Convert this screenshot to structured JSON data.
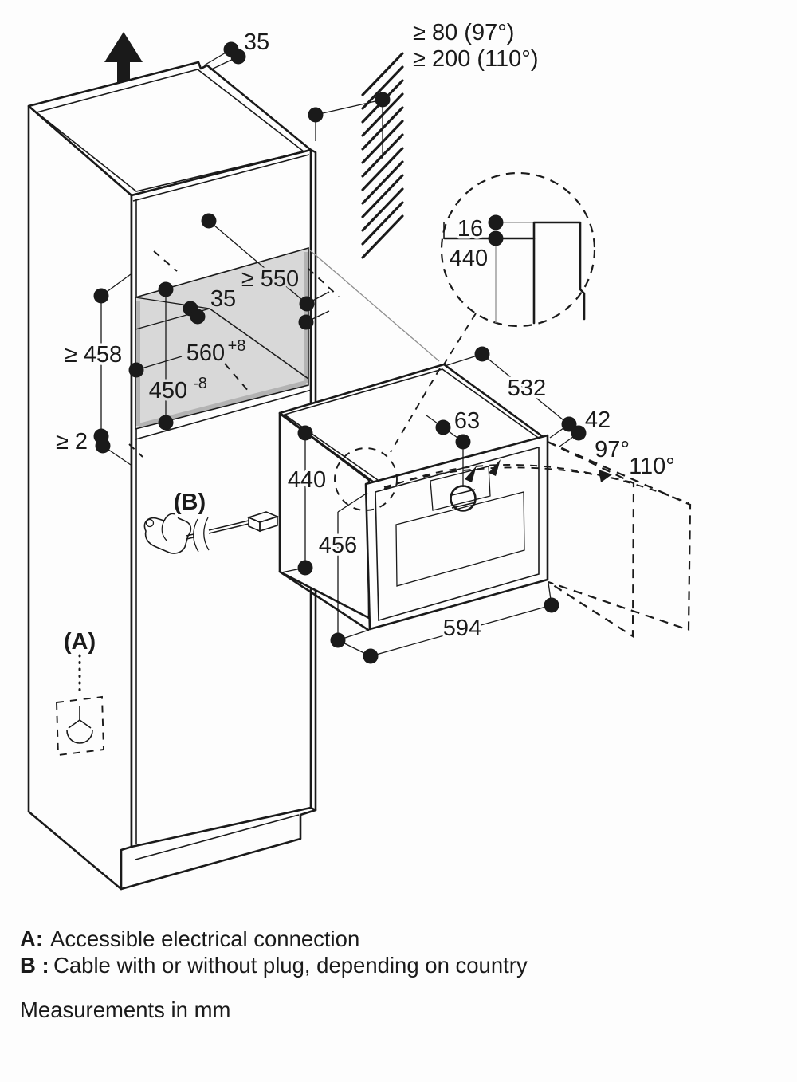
{
  "diagram": {
    "title_note": "Measurements in mm",
    "colors": {
      "line": "#1a1a1a",
      "niche_fill": "#d8d8d8",
      "niche_frame": "#b3b3b3"
    },
    "dimensions": {
      "top_rail": "35",
      "wall_clearance_97": "≥ 80 (97°)",
      "wall_clearance_110": "≥ 200 (110°)",
      "detail_panel_thickness": "16",
      "detail_niche_height": "440",
      "niche_depth": "≥ 550",
      "niche_rail": "35",
      "niche_width_base": "560",
      "niche_width_sup": "+8",
      "niche_height_base": "450",
      "niche_height_sup": "-8",
      "compartment_height": "≥ 458",
      "bottom_gap": "≥ 2",
      "oven_depth": "532",
      "door_gap": "42",
      "door_angle_97": "97°",
      "door_angle_110": "110°",
      "knob_offset": "63",
      "oven_body_height": "440",
      "oven_front_height": "456",
      "oven_width": "594"
    },
    "labels": {
      "connection_point": "(A)",
      "cable": "(B)"
    },
    "legend": [
      {
        "key": "A:",
        "text": "Accessible electrical connection"
      },
      {
        "key": "B :",
        "text": "Cable with or without plug, depending on country"
      }
    ],
    "note": "Measurements in mm"
  }
}
